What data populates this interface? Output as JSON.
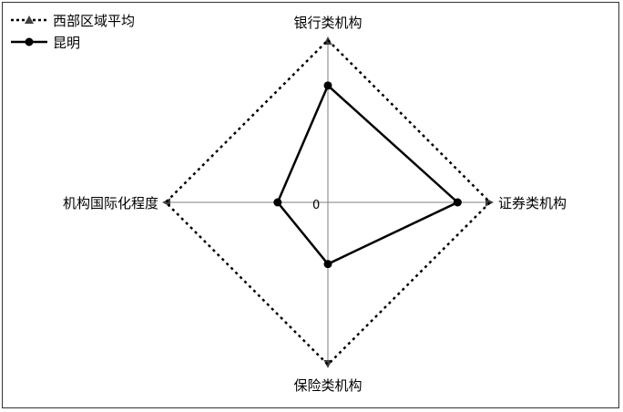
{
  "chart_data": {
    "type": "radar",
    "axes": [
      "银行类机构",
      "证券类机构",
      "保险类机构",
      "机构国际化程度"
    ],
    "center_label": "0",
    "rmax": 1,
    "series": [
      {
        "name": "西部区域平均",
        "values": [
          1.0,
          1.0,
          1.0,
          1.0
        ],
        "style": "dotted",
        "marker": "triangle",
        "color": "#000000"
      },
      {
        "name": "昆明",
        "values": [
          0.72,
          0.8,
          0.38,
          0.31
        ],
        "style": "solid",
        "marker": "circle",
        "color": "#000000"
      }
    ],
    "legend_position": "top-left",
    "axis_color": "#7f7f7f",
    "axis_marker_color": "#404040"
  }
}
